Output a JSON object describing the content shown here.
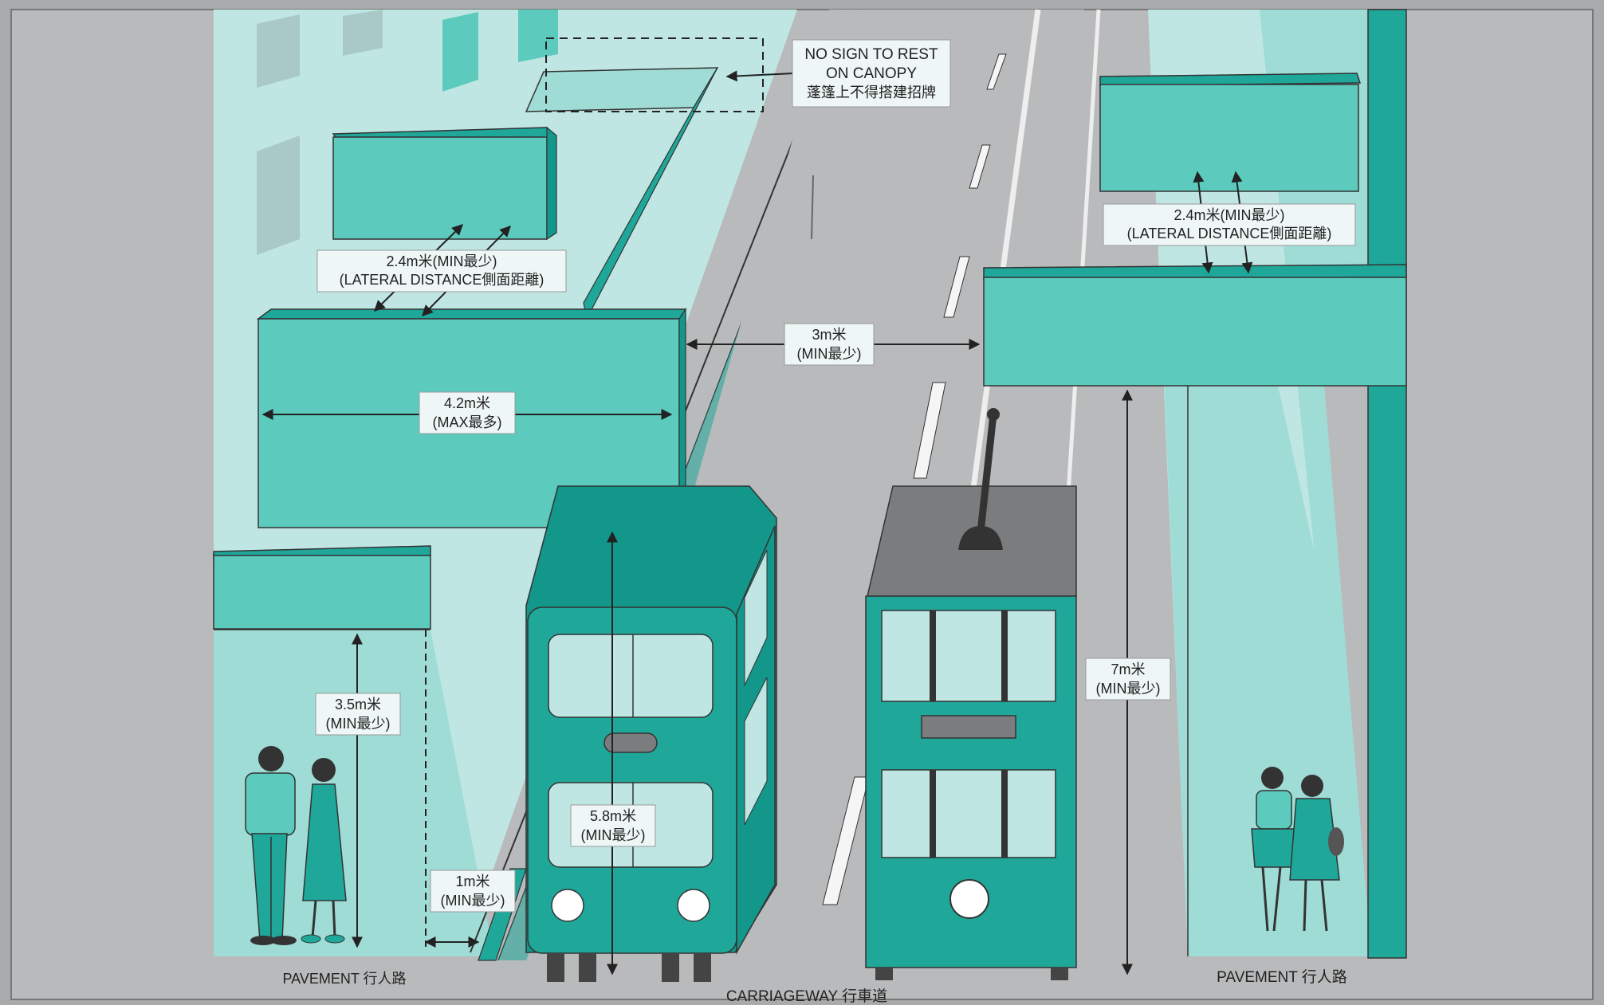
{
  "colors": {
    "background": "#a9aaac",
    "road": "#b9babb",
    "sky": "#bfe6e3",
    "pavement": "#9fdcd6",
    "sign_front": "#5ccbbe",
    "sign_top": "#1fa89a",
    "teal_dark": "#12978a",
    "grey_roof": "#7a7c7e",
    "label_bg": "#eef7f6"
  },
  "annotations": {
    "canopy_1": "NO SIGN TO REST",
    "canopy_2": "ON CANOPY",
    "canopy_3": "蓬篷上不得搭建招牌",
    "lat_left_1": "2.4m米(MIN最少)",
    "lat_left_2": "(LATERAL DISTANCE側面距離)",
    "lat_right_1": "2.4m米(MIN最少)",
    "lat_right_2": "(LATERAL DISTANCE側面距離)",
    "gap_1": "3m米",
    "gap_2": "(MIN最少)",
    "width_1": "4.2m米",
    "width_2": "(MAX最多)",
    "h35_1": "3.5m米",
    "h35_2": "(MIN最少)",
    "h58_1": "5.8m米",
    "h58_2": "(MIN最少)",
    "h7_1": "7m米",
    "h7_2": "(MIN最少)",
    "edge_1": "1m米",
    "edge_2": "(MIN最少)"
  },
  "ground_labels": {
    "pavement_left": "PAVEMENT 行人路",
    "pavement_right": "PAVEMENT 行人路",
    "carriageway": "CARRIAGEWAY 行車道"
  },
  "icons": {
    "people_left": "couple-walking-icon",
    "people_right": "two-women-walking-icon",
    "bus": "double-decker-bus-icon",
    "tram": "double-decker-tram-icon"
  }
}
